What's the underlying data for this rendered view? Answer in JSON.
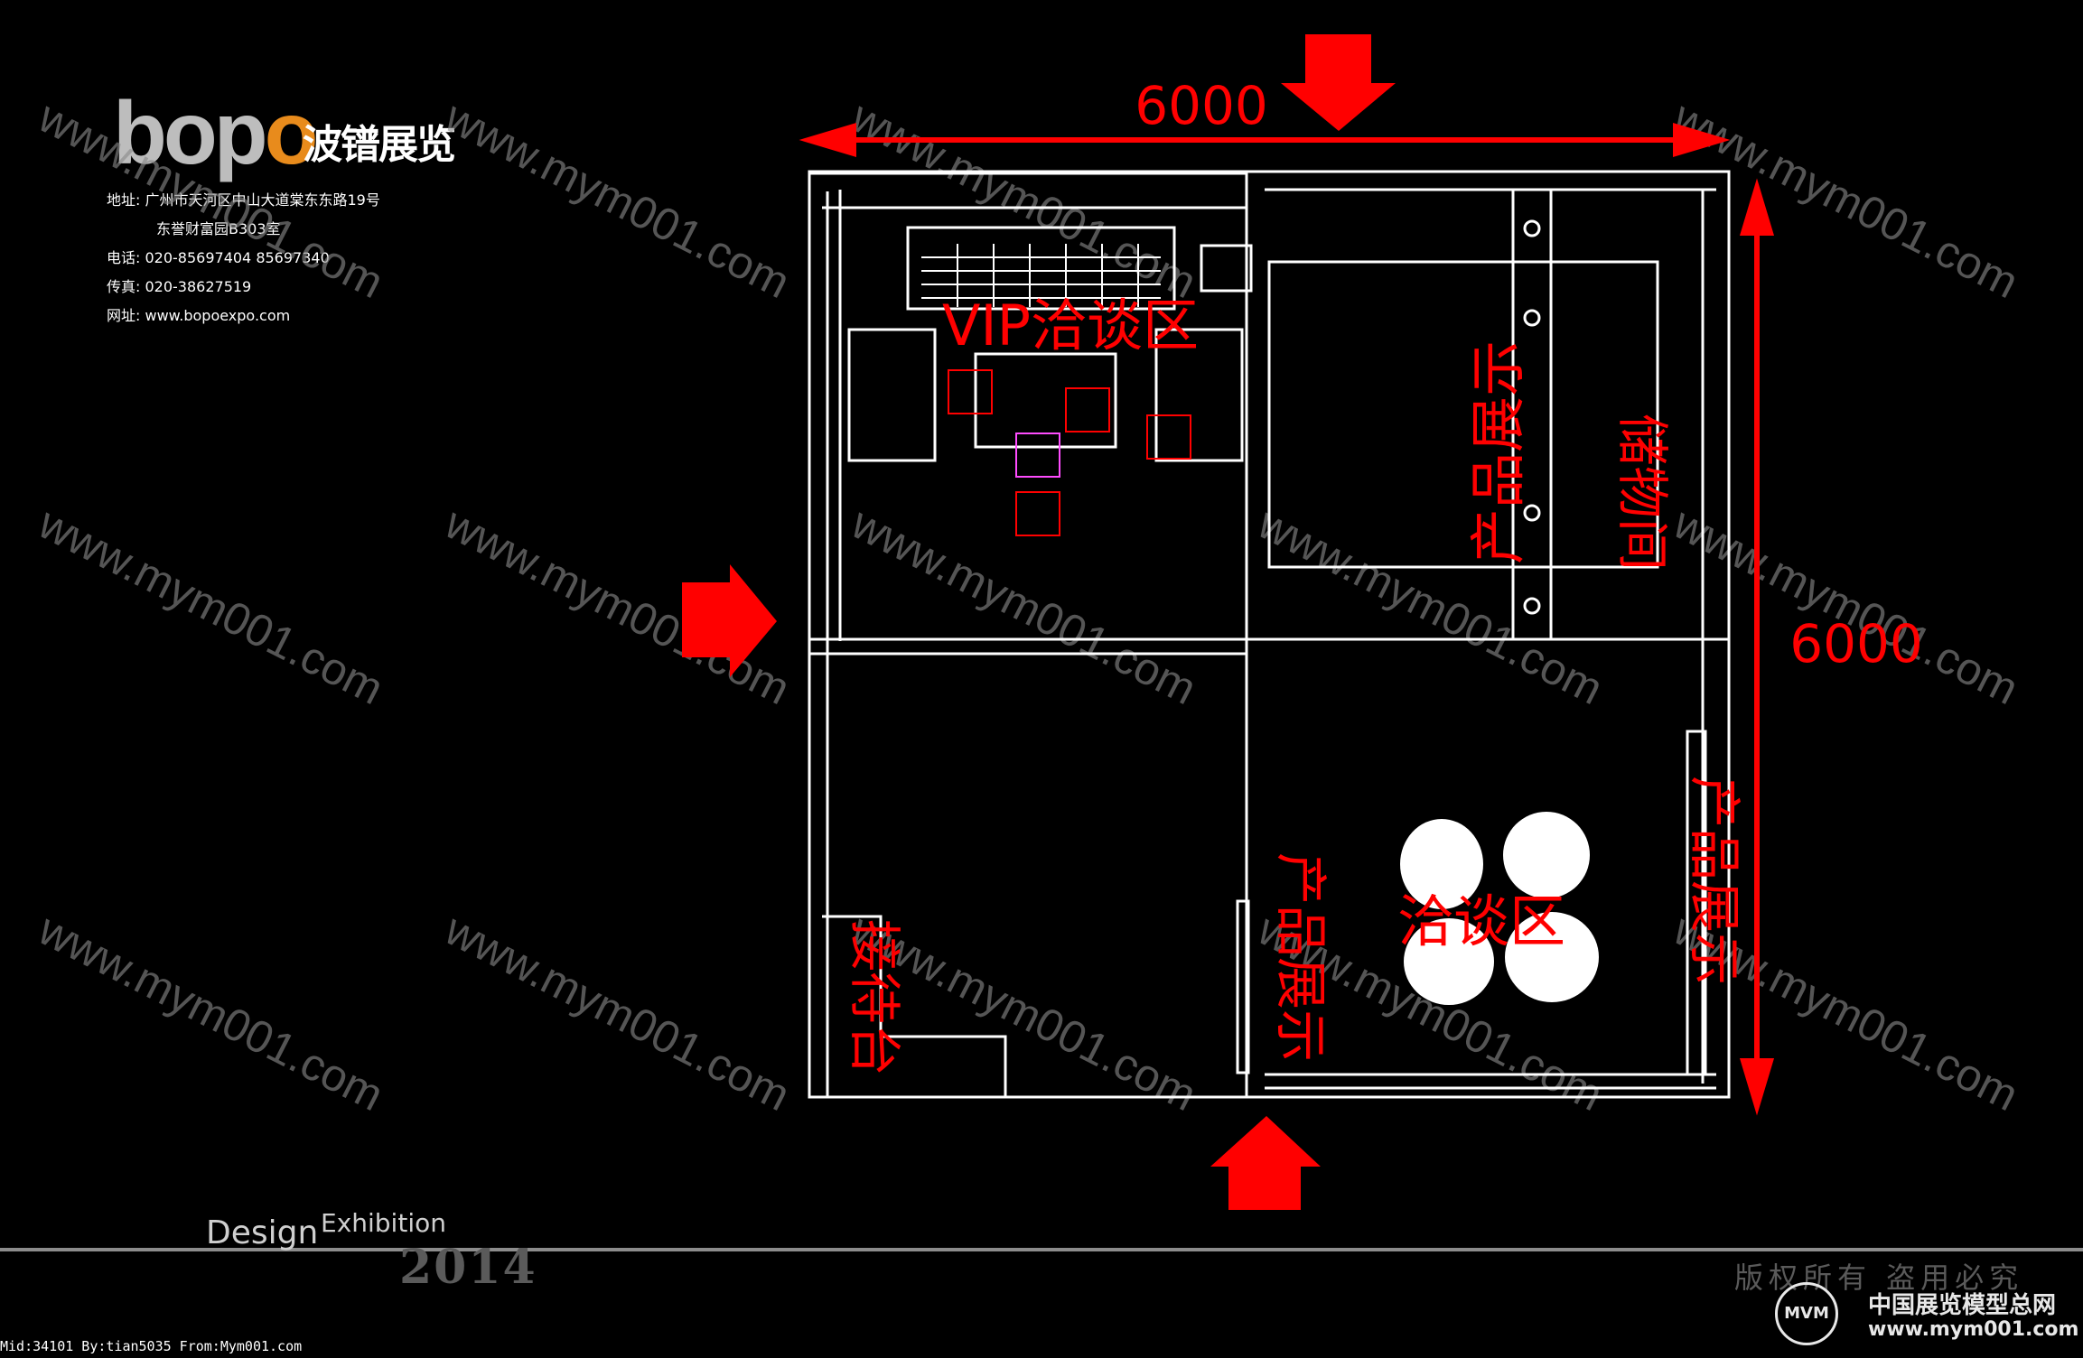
{
  "brand": {
    "logo_word": "bopo",
    "logo_cn": "波镨展览",
    "address_line1": "地址: 广州市天河区中山大道棠东东路19号",
    "address_line2": "东誉财富园B303室",
    "phone": "电话: 020-85697404  85697340",
    "fax": "传真: 020-38627519",
    "web": "网址: www.bopoexpo.com"
  },
  "watermark_text": "www.mym001.com",
  "floor_plan": {
    "width_dimension": "6000",
    "depth_dimension": "6000",
    "zones": {
      "vip": "VIP洽谈区",
      "product_top": "产品展示",
      "storage": "储物间",
      "negotiation": "洽谈区",
      "product_middle": "产品展示",
      "product_right": "产品展示",
      "reception": "接待台"
    },
    "colors": {
      "annotation": "#ff0000",
      "lines": "#ffffff",
      "background": "#000000"
    },
    "entry_arrows": [
      "top",
      "left",
      "bottom"
    ]
  },
  "footer": {
    "design": "Design",
    "exhibition": "Exhibition",
    "year": "2014",
    "copyright": "版权所有  盗用必究",
    "site_cn": "中国展览模型总网",
    "site_url": "www.mym001.com",
    "site_logo_mark": "MVM",
    "meta": "Mid:34101 By:tian5035 From:Mym001.com"
  }
}
